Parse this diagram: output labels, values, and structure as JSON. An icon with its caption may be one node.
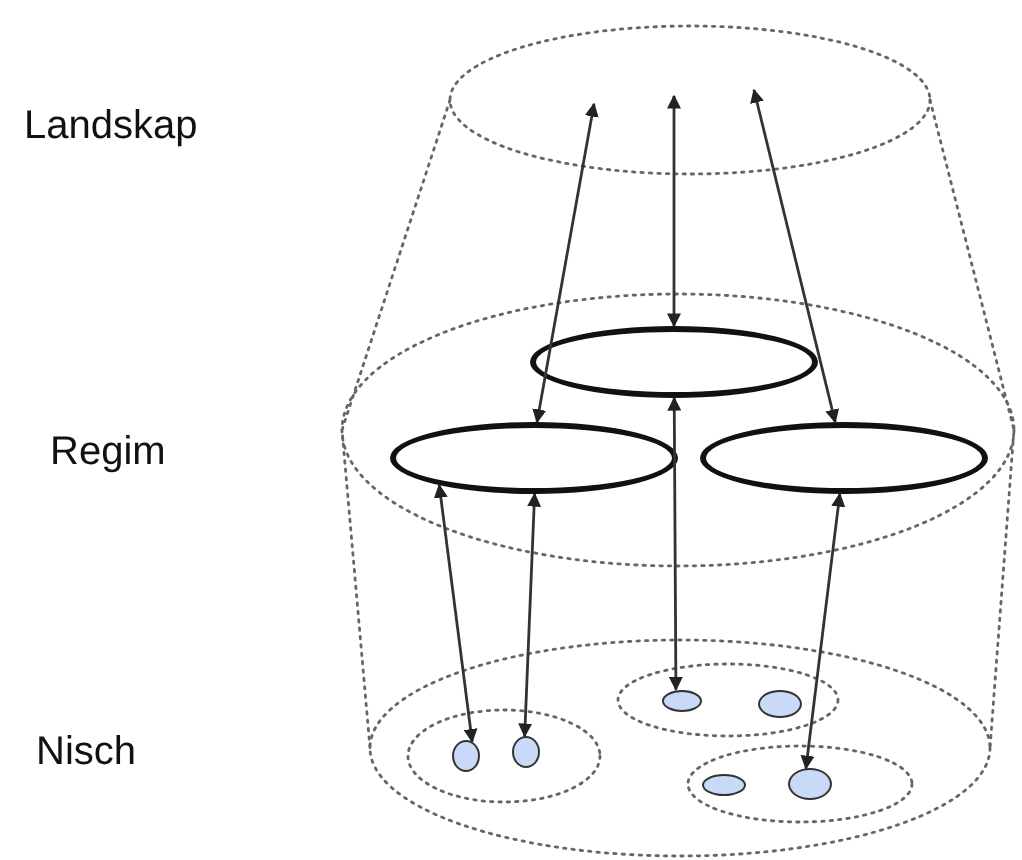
{
  "diagram": {
    "nodes": [
      {
        "text": [],
        "shape": "ellipse"
      },
      {
        "text": [],
        "shape": "ellipse"
      },
      {
        "text": [],
        "shape": "ellipse"
      },
      {
        "text": [],
        "shape": "ellipse"
      },
      {
        "text": [],
        "shape": "ellipse"
      },
      {
        "text": [],
        "shape": "ellipse"
      },
      {
        "text": [],
        "shape": "ellipse"
      },
      {
        "text": [],
        "shape": "ellipse"
      },
      {
        "text": [],
        "shape": "ellipse"
      }
    ],
    "edges": [
      {
        "from": null,
        "to": 1,
        "arrow": "both"
      },
      {
        "from": null,
        "to": 0,
        "arrow": "both"
      },
      {
        "from": null,
        "to": 2,
        "arrow": "both"
      },
      {
        "from": 1,
        "to": 3,
        "arrow": "both"
      },
      {
        "from": 1,
        "to": 4,
        "arrow": "both"
      },
      {
        "from": 0,
        "to": 5,
        "arrow": "both"
      },
      {
        "from": 2,
        "to": 8,
        "arrow": "both"
      }
    ],
    "labels": [
      "Landskap",
      "Regim",
      "Nisch"
    ]
  }
}
